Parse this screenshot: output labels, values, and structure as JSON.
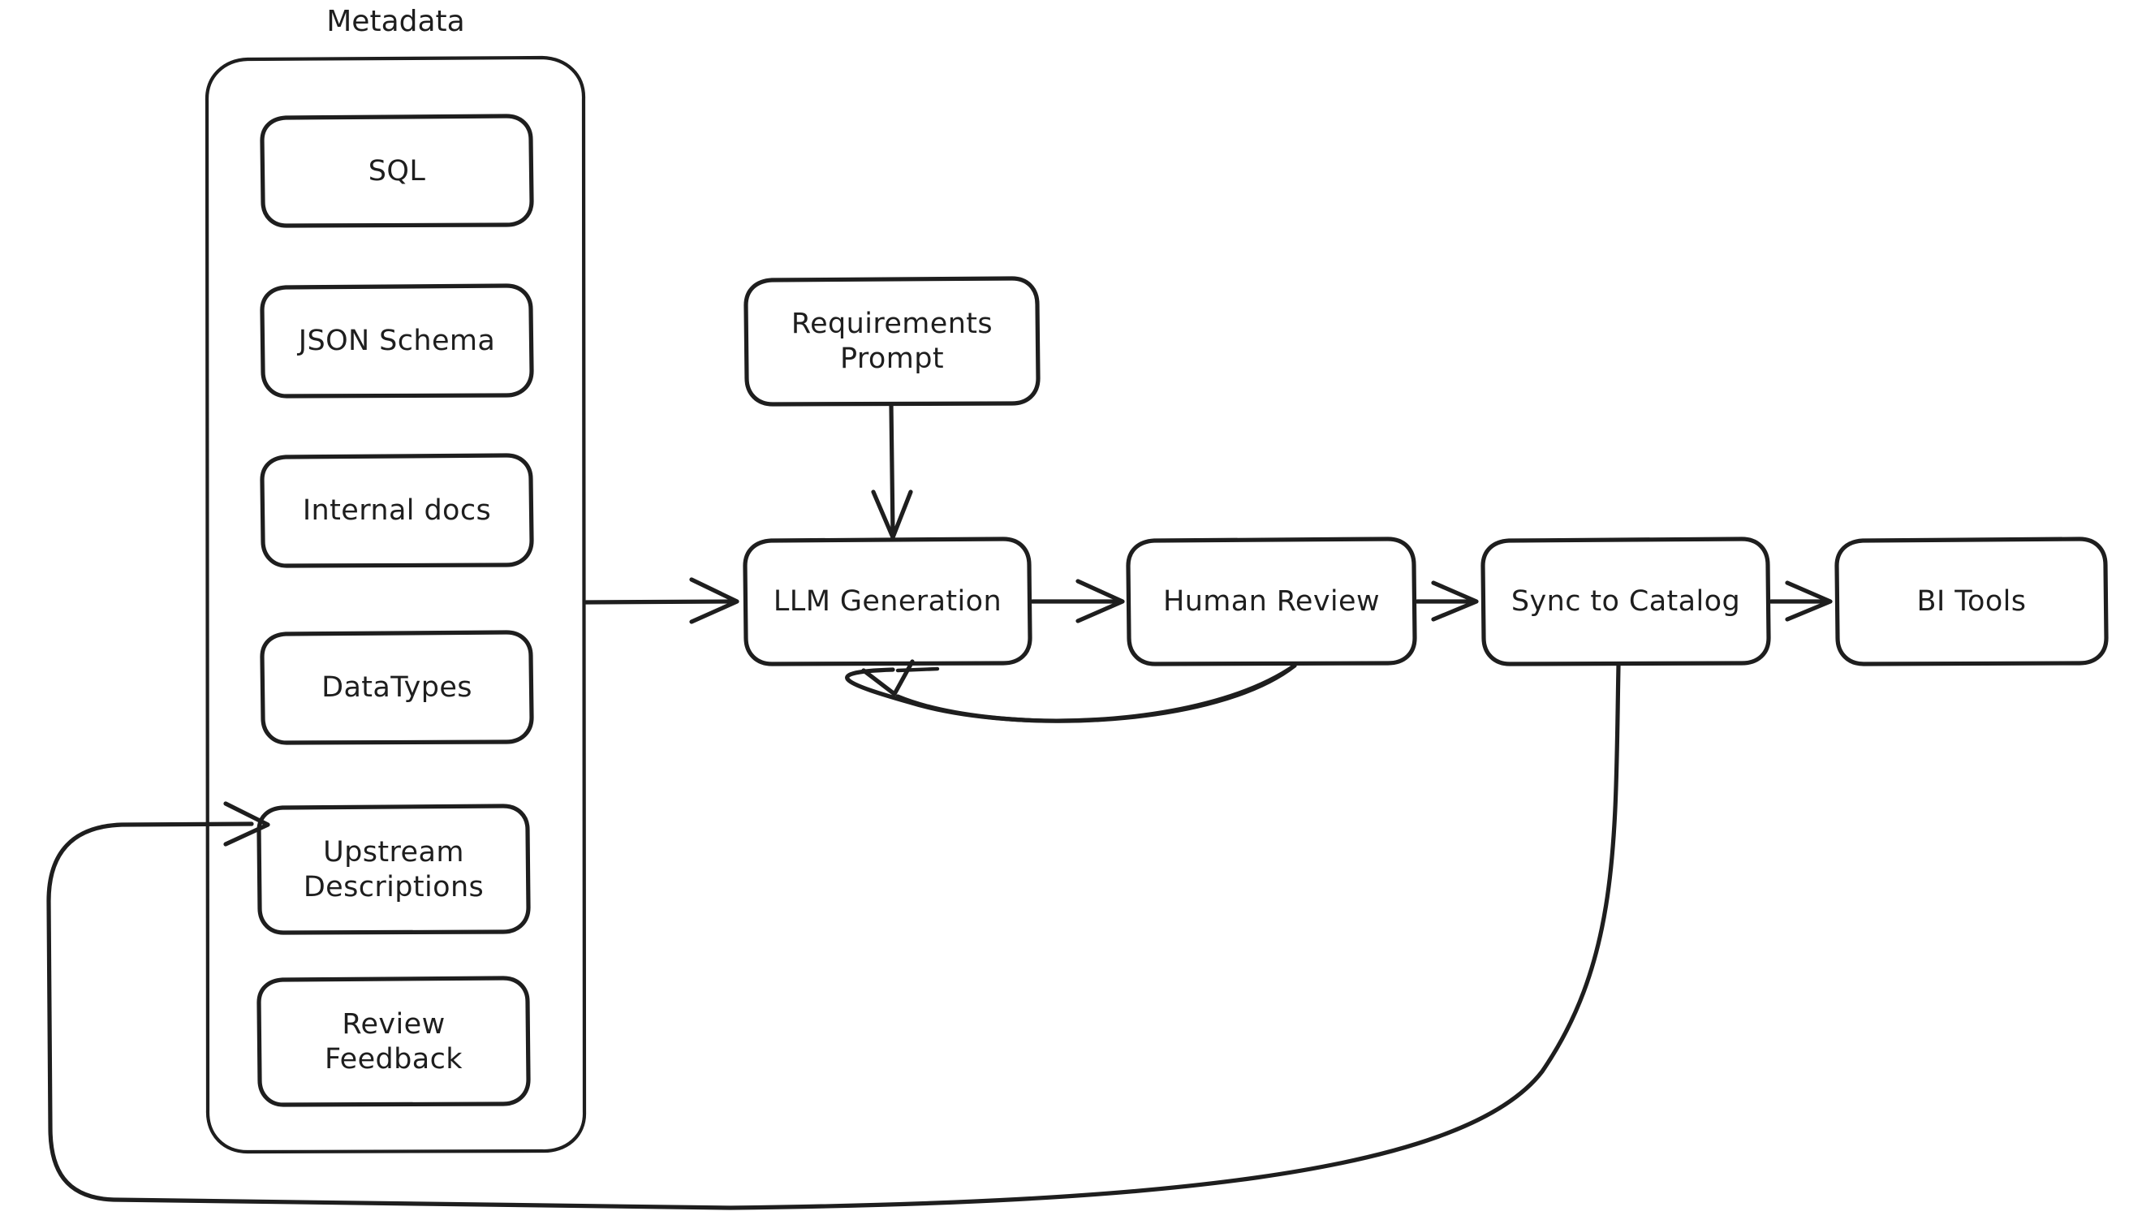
{
  "diagram": {
    "title_label": "Metadata",
    "background_color": "#ffffff",
    "stroke_color": "#1e1e1e",
    "style": "hand-drawn",
    "metadata_group": {
      "label": "Metadata",
      "items": [
        {
          "label": "SQL"
        },
        {
          "label": "JSON Schema"
        },
        {
          "label": "Internal docs"
        },
        {
          "label": "DataTypes"
        },
        {
          "label": "Upstream\nDescriptions"
        },
        {
          "label": "Review\nFeedback"
        }
      ]
    },
    "nodes": [
      {
        "id": "requirements-prompt",
        "label": "Requirements\nPrompt"
      },
      {
        "id": "llm-generation",
        "label": "LLM Generation"
      },
      {
        "id": "human-review",
        "label": "Human Review"
      },
      {
        "id": "sync-to-catalog",
        "label": "Sync to Catalog"
      },
      {
        "id": "bi-tools",
        "label": "BI Tools"
      }
    ],
    "edges": [
      {
        "from": "metadata",
        "to": "llm-generation",
        "arrow": true
      },
      {
        "from": "requirements-prompt",
        "to": "llm-generation",
        "arrow": true
      },
      {
        "from": "llm-generation",
        "to": "human-review",
        "arrow": true
      },
      {
        "from": "human-review",
        "to": "llm-generation",
        "arrow": true
      },
      {
        "from": "human-review",
        "to": "sync-to-catalog",
        "arrow": true
      },
      {
        "from": "sync-to-catalog",
        "to": "bi-tools",
        "arrow": true
      },
      {
        "from": "sync-to-catalog",
        "to": "upstream-descriptions",
        "arrow": true
      }
    ]
  }
}
